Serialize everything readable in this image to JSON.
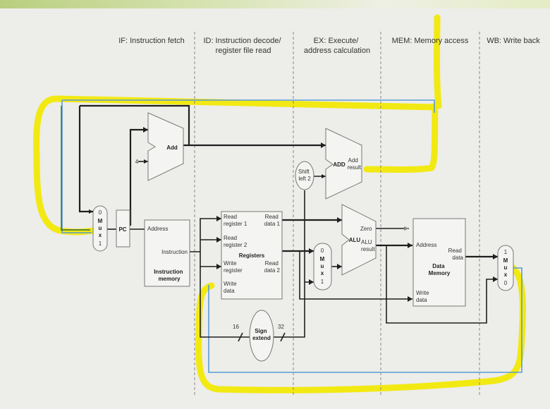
{
  "stages": [
    {
      "lines": [
        "IF: Instruction fetch"
      ]
    },
    {
      "lines": [
        "ID: Instruction decode/",
        "register file read"
      ]
    },
    {
      "lines": [
        "EX: Execute/",
        "address calculation"
      ]
    },
    {
      "lines": [
        "MEM: Memory access"
      ]
    },
    {
      "lines": [
        "WB: Write back"
      ]
    }
  ],
  "blocks": {
    "pc_label": "PC",
    "adder_if_label": "Add",
    "adder_if_const": "4",
    "adder_ex_label": "ADD",
    "adder_ex_result": [
      "Add",
      "result"
    ],
    "shift_left": [
      "Shift",
      "left 2"
    ],
    "mux_pc": [
      "0",
      "M",
      "u",
      "x",
      "1"
    ],
    "mux_alu": [
      "0",
      "M",
      "u",
      "x",
      "1"
    ],
    "mux_wb": [
      "1",
      "M",
      "u",
      "x",
      "0"
    ],
    "imem": {
      "address": "Address",
      "instruction": "Instruction",
      "title": [
        "Instruction",
        "memory"
      ]
    },
    "regs": {
      "read_reg1": [
        "Read",
        "register 1"
      ],
      "read_reg2": [
        "Read",
        "register 2"
      ],
      "write_reg": [
        "Write",
        "register"
      ],
      "write_data": [
        "Write",
        "data"
      ],
      "read_data1": [
        "Read",
        "data 1"
      ],
      "read_data2": [
        "Read",
        "data 2"
      ],
      "title": "Registers"
    },
    "alu": {
      "label": "ALU",
      "zero": "Zero",
      "result": [
        "ALU",
        "result"
      ]
    },
    "dmem": {
      "address": "Address",
      "read_data": [
        "Read",
        "data"
      ],
      "write_data": [
        "Write",
        "data"
      ],
      "title": [
        "Data",
        "Memory"
      ]
    },
    "sign_extend": [
      "Sign",
      "extend"
    ],
    "bits_in": "16",
    "bits_out": "32"
  },
  "highlight_color": "#f2e800",
  "path_color": "#5a9bd4"
}
